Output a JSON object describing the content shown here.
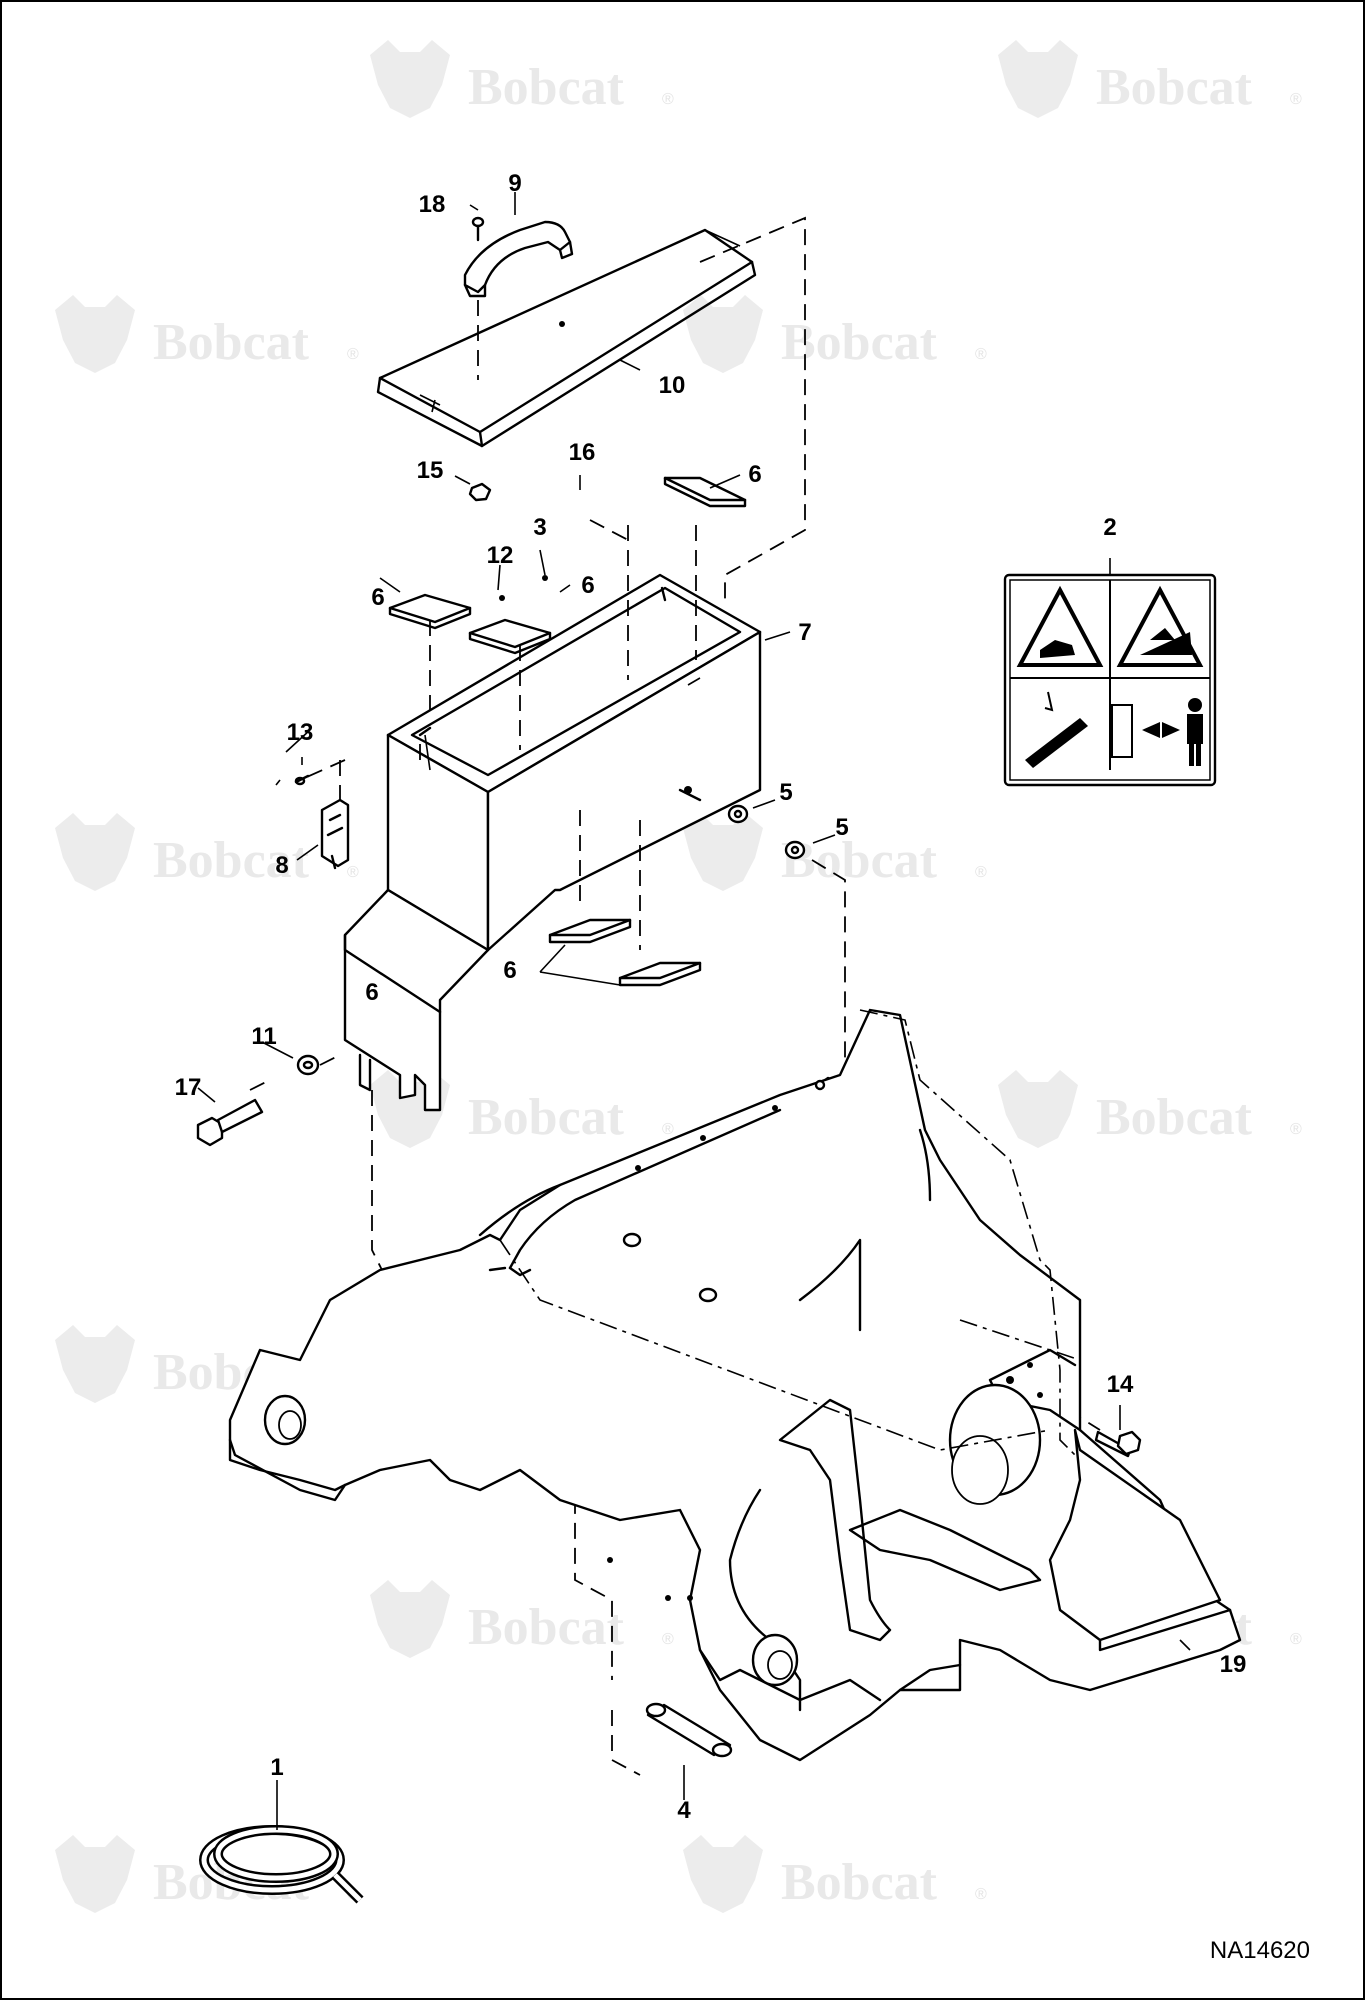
{
  "watermark": {
    "brand": "Bobcat",
    "registered_mark": "®"
  },
  "callouts": [
    "1",
    "2",
    "3",
    "4",
    "5",
    "5",
    "6",
    "6",
    "6",
    "6",
    "6",
    "7",
    "8",
    "9",
    "10",
    "11",
    "12",
    "13",
    "14",
    "15",
    "16",
    "17",
    "18",
    "19"
  ],
  "drawing_number": "NA14620"
}
